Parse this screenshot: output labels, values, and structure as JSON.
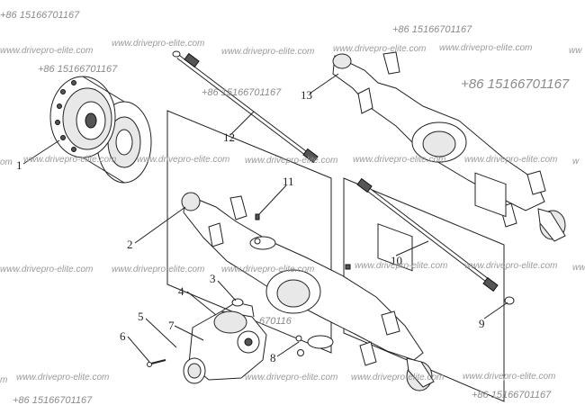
{
  "watermarks": {
    "url": "www.drivepro-elite.com",
    "phone": "+86 15166701167"
  },
  "callouts": [
    "1",
    "2",
    "3",
    "4",
    "5",
    "6",
    "7",
    "8",
    "9",
    "10",
    "11",
    "12",
    "13"
  ],
  "fragments": {
    "left_edge_om": "om",
    "left_edge_m": "m",
    "right_edge_ww": "ww",
    "right_edge_w": "w",
    "partial_phone_center": "670116"
  }
}
